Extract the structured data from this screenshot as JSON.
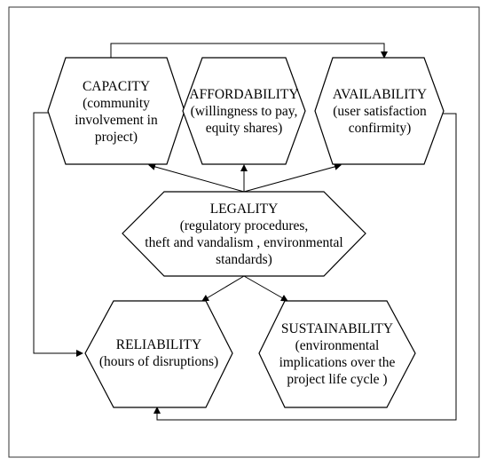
{
  "nodes": {
    "capacity": {
      "lines": [
        "CAPACITY",
        "(community",
        "involvement in",
        "project)"
      ]
    },
    "affordability": {
      "lines": [
        "AFFORDABILITY",
        "(willingness to pay,",
        "equity shares)"
      ]
    },
    "availability": {
      "lines": [
        "AVAILABILITY",
        "(user satisfaction",
        "confirmity)"
      ]
    },
    "legality": {
      "lines": [
        "LEGALITY",
        "(regulatory procedures,",
        "theft and vandalism , environmental",
        "standards)"
      ]
    },
    "reliability": {
      "lines": [
        "RELIABILITY",
        "(hours of disruptions)"
      ]
    },
    "sustainability": {
      "lines": [
        "SUSTAINABILITY",
        "(environmental",
        "implications over the",
        "project life cycle )"
      ]
    }
  }
}
